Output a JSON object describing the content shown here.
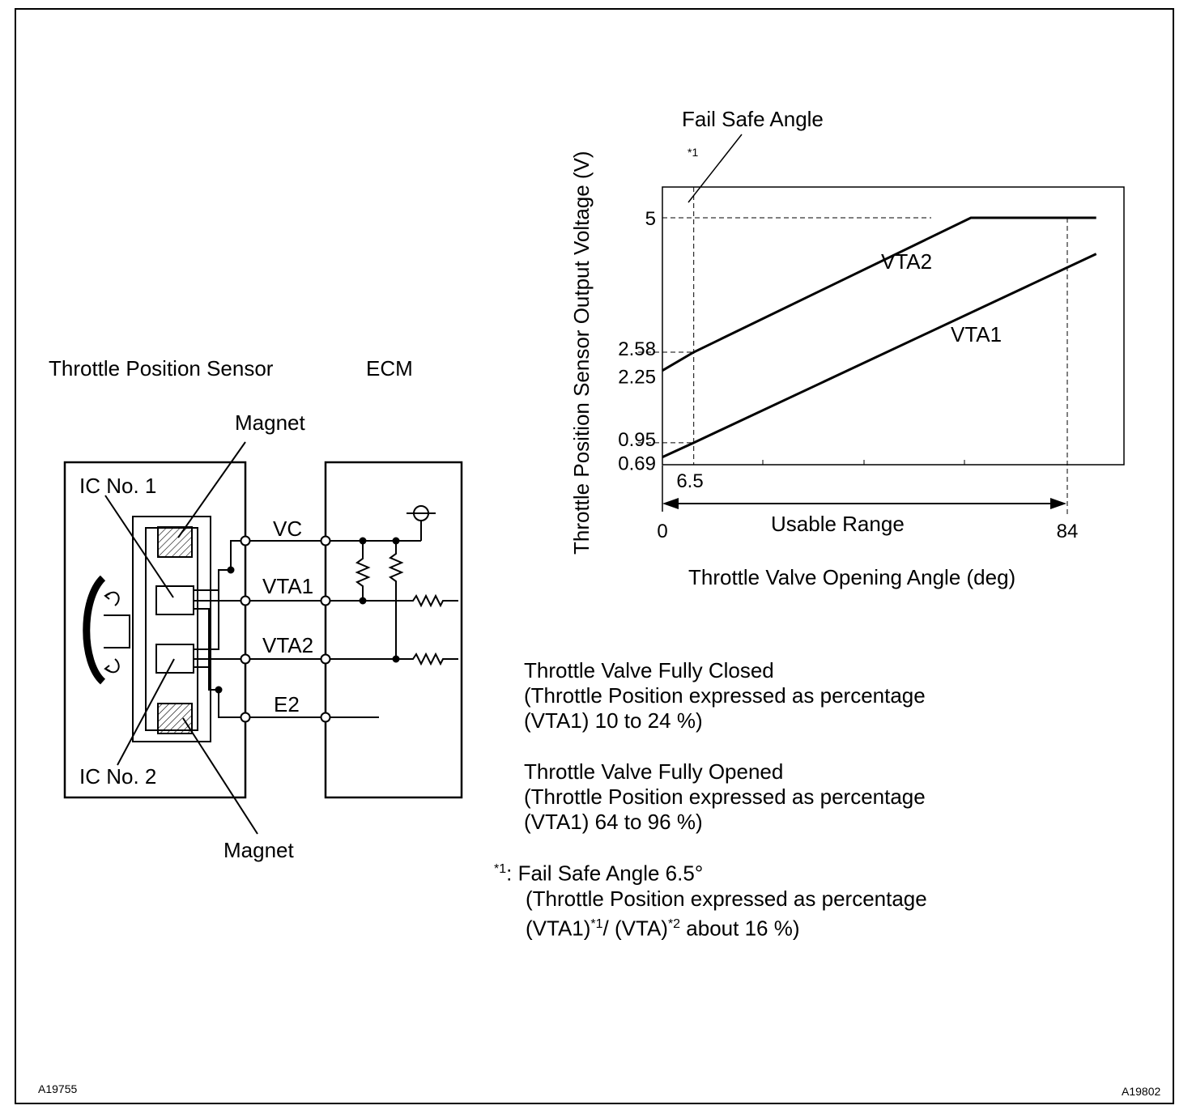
{
  "circuit": {
    "sensor_title": "Throttle Position Sensor",
    "ecm_title": "ECM",
    "magnet_top": "Magnet",
    "magnet_bottom": "Magnet",
    "ic1": "IC No. 1",
    "ic2": "IC No. 2",
    "terminals": [
      "VC",
      "VTA1",
      "VTA2",
      "E2"
    ]
  },
  "chart_data": {
    "type": "line",
    "ylabel": "Throttle Position Sensor Output Voltage (V)",
    "xlabel": "Throttle Valve Opening Angle (deg)",
    "x_ticks": [
      "0",
      "6.5",
      "84"
    ],
    "y_ticks": [
      "5",
      "2.58",
      "2.25",
      "0.95",
      "0.69"
    ],
    "annotations": {
      "fail_safe": "Fail Safe Angle",
      "fail_safe_ref": "*1",
      "usable_range": "Usable Range"
    },
    "series": [
      {
        "name": "VTA2",
        "points": [
          [
            0,
            2.25
          ],
          [
            6.5,
            2.58
          ],
          [
            64,
            5.0
          ],
          [
            90,
            5.0
          ]
        ]
      },
      {
        "name": "VTA1",
        "points": [
          [
            0,
            0.69
          ],
          [
            6.5,
            0.95
          ],
          [
            90,
            4.35
          ]
        ]
      }
    ]
  },
  "notes": {
    "closed": [
      "Throttle Valve Fully Closed",
      "(Throttle Position expressed as percentage",
      "(VTA1) 10 to 24 %)"
    ],
    "opened": [
      "Throttle Valve Fully Opened",
      "(Throttle Position expressed as percentage",
      "(VTA1) 64 to 96 %)"
    ],
    "footnote_mark": "*1",
    "footnote_line1": ": Fail Safe Angle 6.5°",
    "footnote_line2": "(Throttle Position expressed as percentage",
    "footnote_line3_a": "(VTA1)",
    "footnote_line3_sup1": "*1",
    "footnote_line3_b": "/ (VTA)",
    "footnote_line3_sup2": "*2",
    "footnote_line3_c": " about 16 %)"
  },
  "footer": {
    "left_code": "A19755",
    "right_code": "A19802"
  }
}
